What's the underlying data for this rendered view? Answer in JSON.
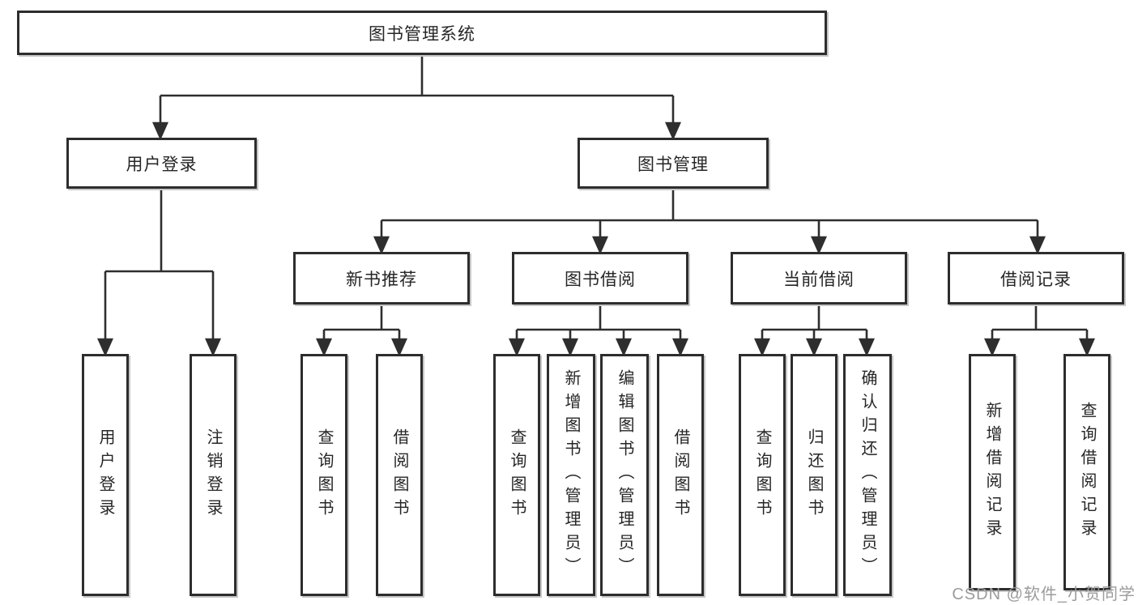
{
  "title": "图书管理系统",
  "watermark": "CSDN @软件_小贺同学",
  "colors": {
    "line": "#2e2e2e",
    "box_border": "#2d2d2d",
    "text": "#262626",
    "watermark": "#9c9c9c",
    "background": "#ffffff"
  },
  "tree": {
    "root": {
      "label": "图书管理系统",
      "children": [
        {
          "label": "用户登录",
          "children": [
            {
              "label": "用户登录"
            },
            {
              "label": "注销登录"
            }
          ]
        },
        {
          "label": "图书管理",
          "children": [
            {
              "label": "新书推荐",
              "children": [
                {
                  "label": "查询图书"
                },
                {
                  "label": "借阅图书"
                }
              ]
            },
            {
              "label": "图书借阅",
              "children": [
                {
                  "label": "查询图书"
                },
                {
                  "label": "新增图书（管理员）"
                },
                {
                  "label": "编辑图书（管理员）"
                },
                {
                  "label": "借阅图书"
                }
              ]
            },
            {
              "label": "当前借阅",
              "children": [
                {
                  "label": "查询图书"
                },
                {
                  "label": "归还图书"
                },
                {
                  "label": "确认归还（管理员）"
                }
              ]
            },
            {
              "label": "借阅记录",
              "children": [
                {
                  "label": "新增借阅记录"
                },
                {
                  "label": "查询借阅记录"
                }
              ]
            }
          ]
        }
      ]
    }
  }
}
